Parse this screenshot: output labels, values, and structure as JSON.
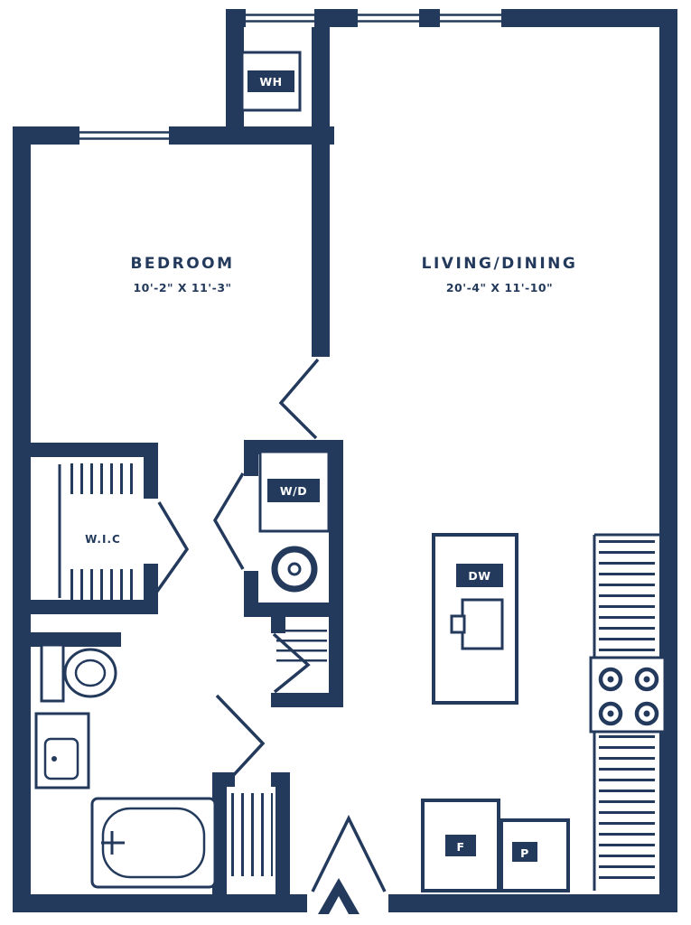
{
  "colors": {
    "wall": "#243a5c",
    "background": "#ffffff",
    "label_text": "#ffffff"
  },
  "rooms": {
    "bedroom": {
      "name": "BEDROOM",
      "dims": "10'-2\" X 11'-3\""
    },
    "living_dining": {
      "name": "LIVING/DINING",
      "dims": "20'-4\" X 11'-10\""
    },
    "walk_in_closet": {
      "name": "W.I.C"
    }
  },
  "appliances": {
    "water_heater": "WH",
    "washer_dryer": "W/D",
    "dishwasher": "DW",
    "refrigerator": "F",
    "pantry": "P"
  }
}
